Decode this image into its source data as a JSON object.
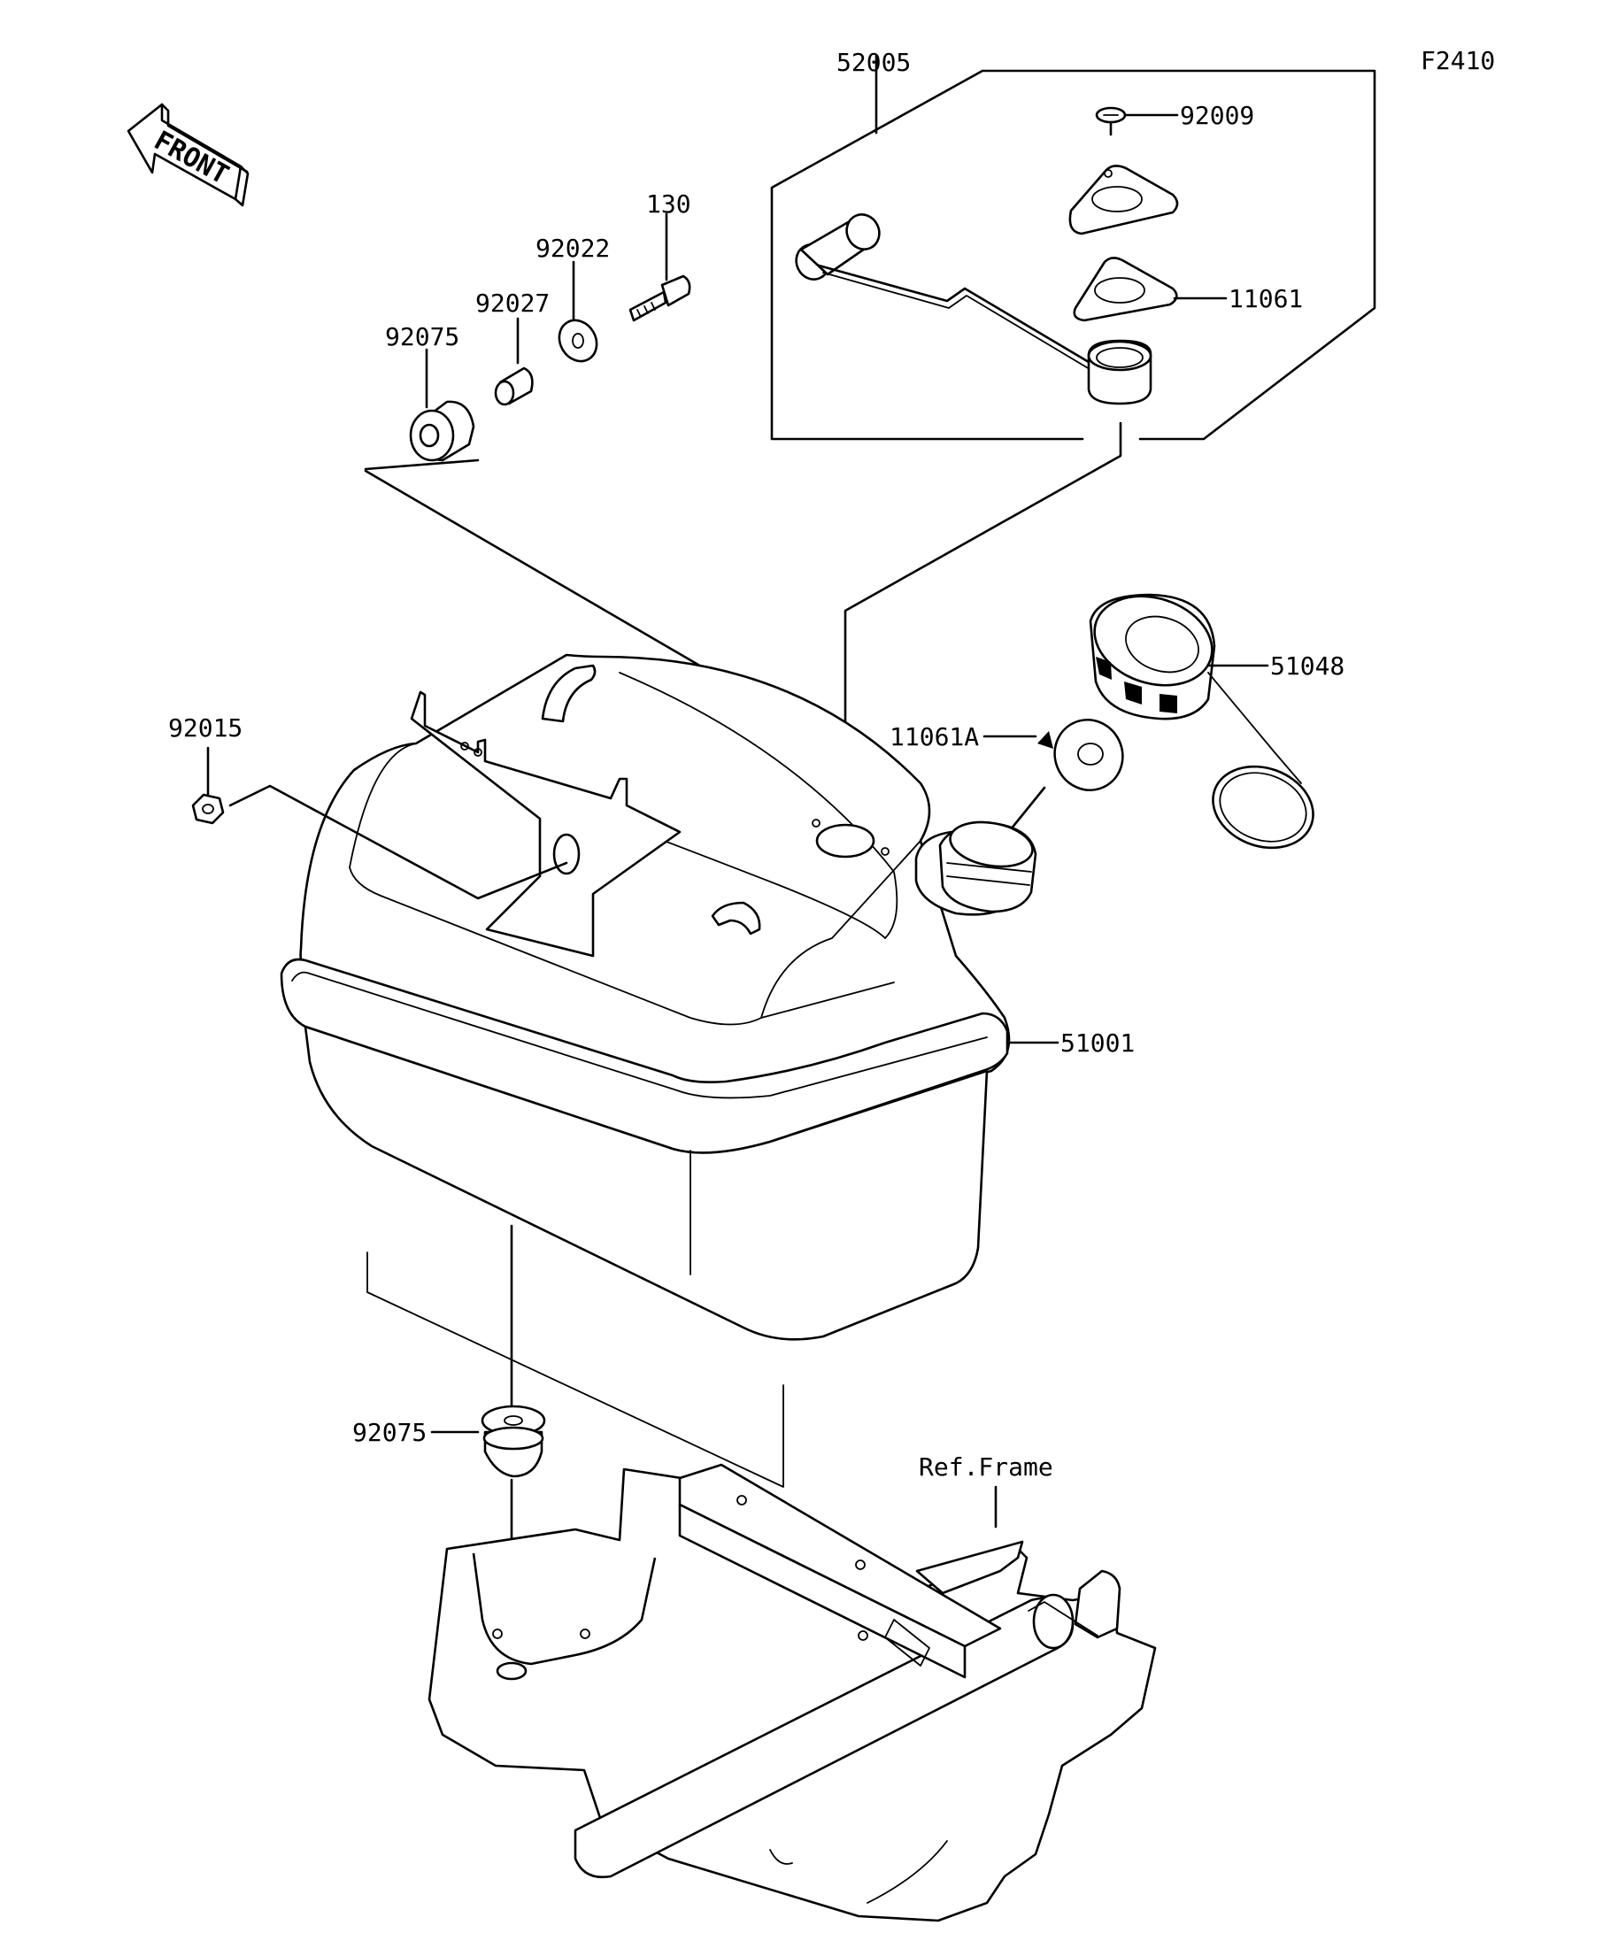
{
  "figure_code": "F2410",
  "front_arrow_text": "FRONT",
  "reference_label": "Ref.Frame",
  "callouts": {
    "fuel_gauge_assy": "52005",
    "screw": "92009",
    "gasket_gauge": "11061",
    "bolt": "130",
    "washer": "92022",
    "collar": "92027",
    "grommet_upper": "92075",
    "cap": "51048",
    "gasket_cap": "11061A",
    "nut": "92015",
    "fuel_tank": "51001",
    "grommet_lower": "92075"
  }
}
